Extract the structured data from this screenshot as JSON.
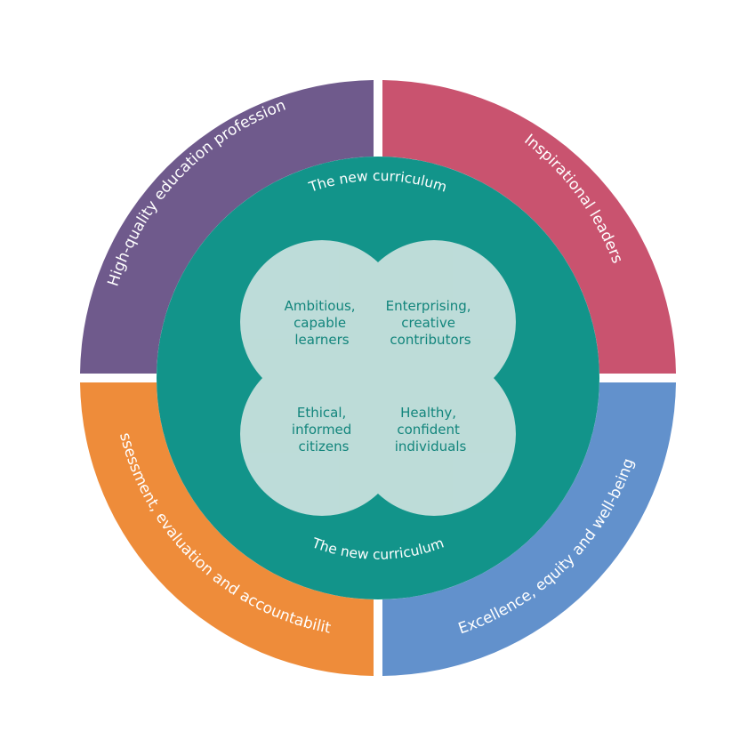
{
  "colors": {
    "background": "#ffffff",
    "top_left": "#6f5a8c",
    "top_right": "#c9536f",
    "bottom_left": "#ee8c3a",
    "bottom_right": "#6291cc",
    "core": "#12948a",
    "petal": "#e3ecea",
    "petal_text": "#12857c"
  },
  "outer_ring": [
    {
      "label": "High-quality education profession",
      "color": "#6f5a8c"
    },
    {
      "label": "Inspirational leaders",
      "color": "#c9536f"
    },
    {
      "label": "Excellence, equity and well-being",
      "color": "#6291cc"
    },
    {
      "label": "Assessment, evaluation and accountability",
      "color": "#ee8c3a"
    }
  ],
  "core": {
    "top_label": "The new curriculum",
    "bottom_label": "The new curriculum"
  },
  "petals": [
    {
      "lines": [
        "Ambitious,",
        "capable",
        "learners"
      ]
    },
    {
      "lines": [
        "Enterprising,",
        "creative",
        "contributors"
      ]
    },
    {
      "lines": [
        "Ethical,",
        "informed",
        "citizens"
      ]
    },
    {
      "lines": [
        "Healthy,",
        "confident",
        "individuals"
      ]
    }
  ]
}
